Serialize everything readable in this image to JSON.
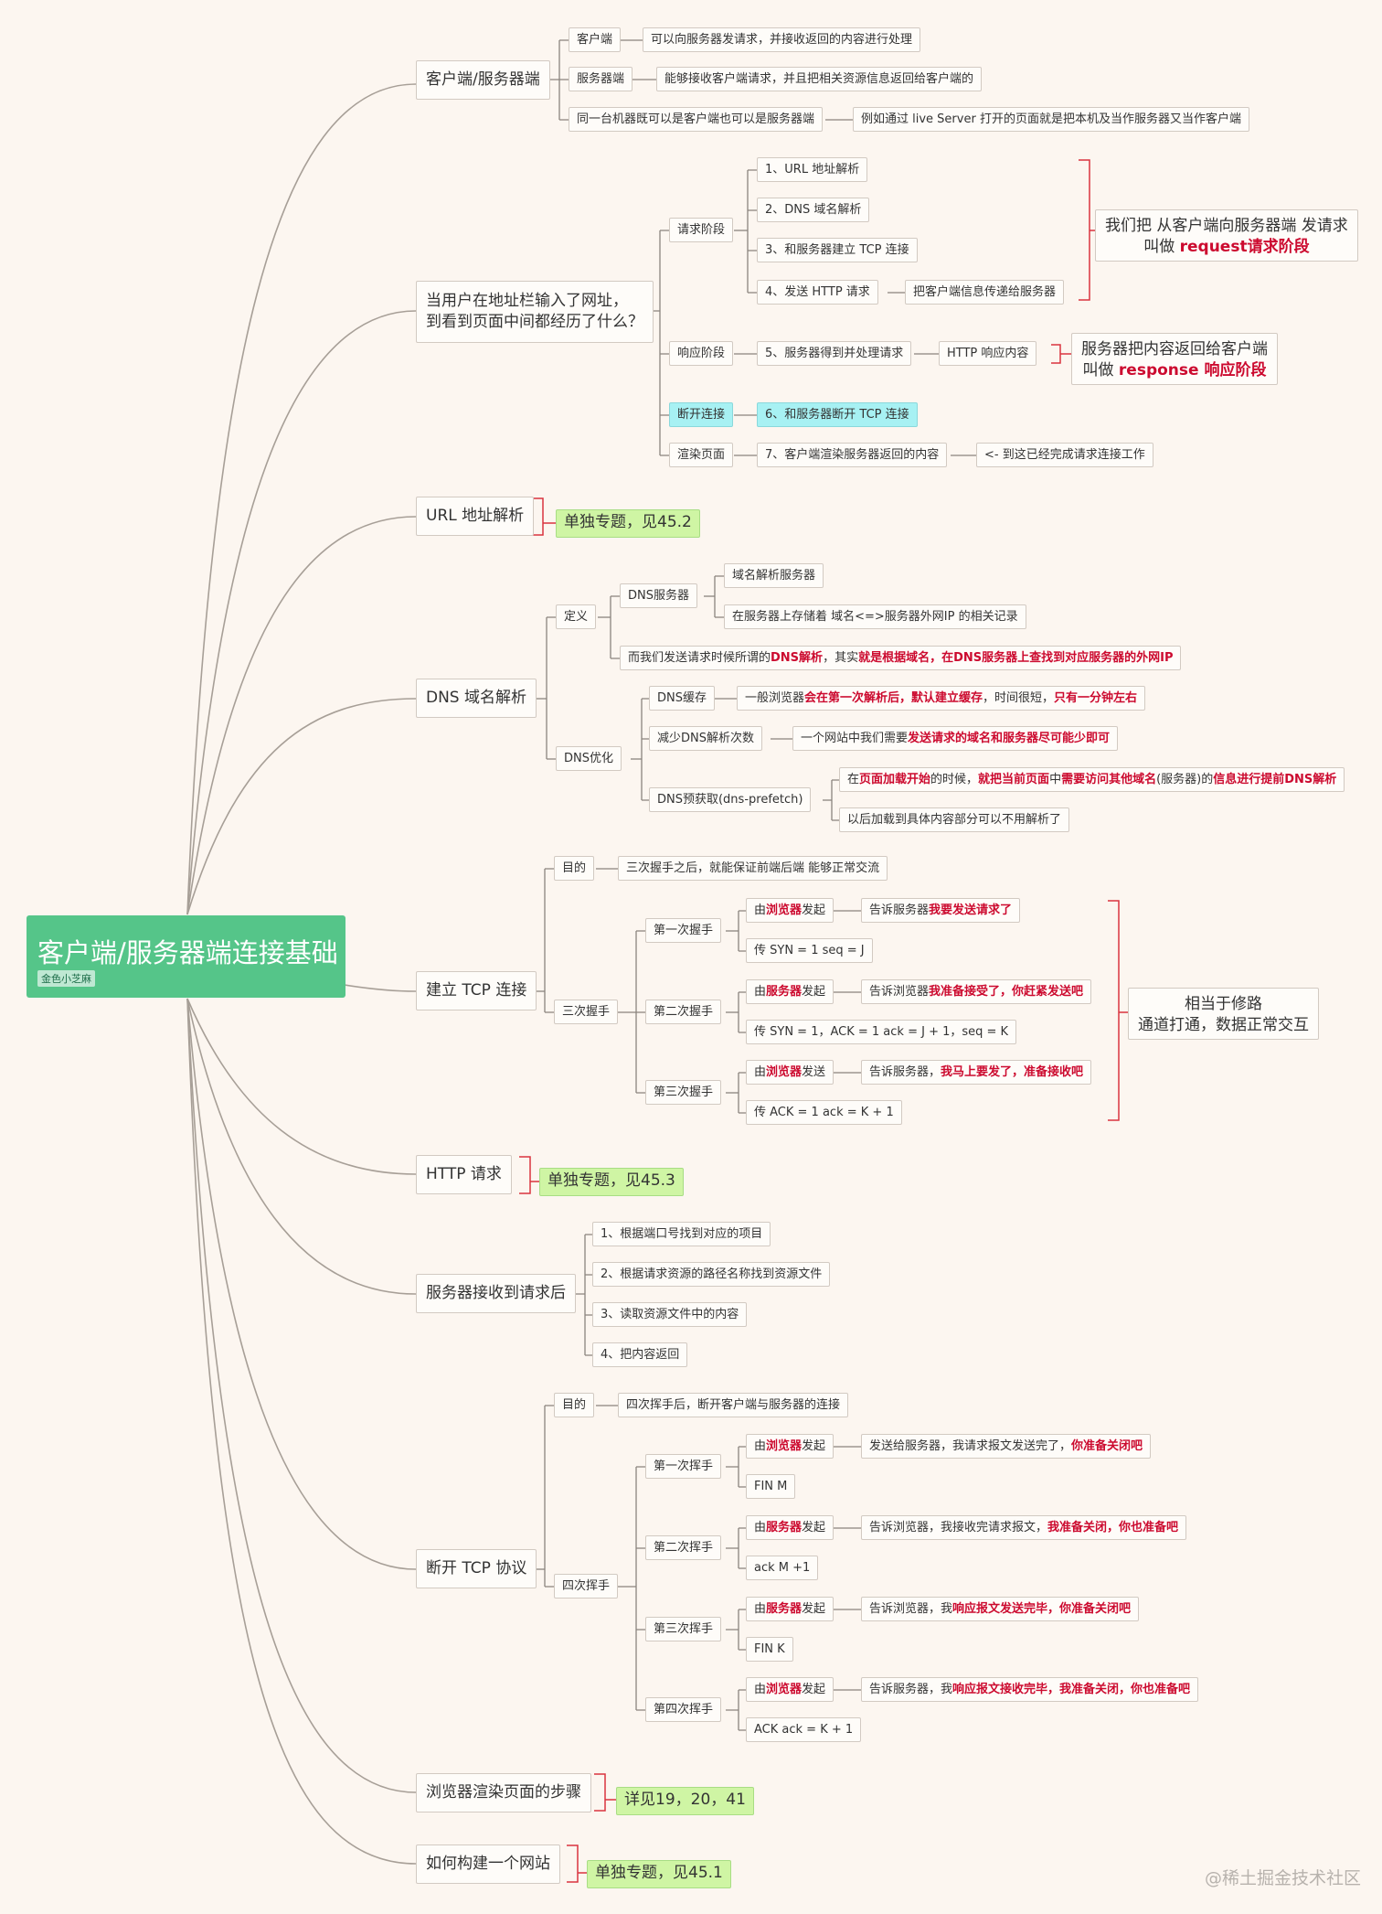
{
  "root": {
    "title": "客户端/服务器端连接基础",
    "author": "金色小芝麻"
  },
  "sec1": {
    "main": "客户端/服务器端",
    "a": "客户端",
    "a_desc": "可以向服务器发请求，并接收返回的内容进行处理",
    "b": "服务器端",
    "b_desc": "能够接收客户端请求，并且把相关资源信息返回给客户端的",
    "c": "同一台机器既可以是客户端也可以是服务器端",
    "c_desc": "例如通过 live Server 打开的页面就是把本机及当作服务器又当作客户端"
  },
  "sec2": {
    "main_l1": "当用户在地址栏输入了网址，",
    "main_l2": "到看到页面中间都经历了什么？",
    "req": "请求阶段",
    "s1": "1、URL 地址解析",
    "s2": "2、DNS 域名解析",
    "s3": "3、和服务器建立 TCP 连接",
    "s4": "4、发送 HTTP 请求",
    "s4_desc": "把客户端信息传递给服务器",
    "req_note_l1": "我们把 从客户端向服务器端 发请求",
    "req_note_l2a": "叫做 ",
    "req_note_l2b": "request请求阶段",
    "res": "响应阶段",
    "s5": "5、服务器得到并处理请求",
    "s5_desc": "HTTP 响应内容",
    "res_note_l1": "服务器把内容返回给客户端",
    "res_note_l2a": "叫做 ",
    "res_note_l2b": "response 响应阶段",
    "close": "断开连接",
    "s6": "6、和服务器断开 TCP 连接",
    "render": "渲染页面",
    "s7": "7、客户端渲染服务器返回的内容",
    "s7_desc": "<- 到这已经完成请求连接工作"
  },
  "sec3": {
    "main": "URL 地址解析",
    "note": "单独专题，见45.2"
  },
  "sec4": {
    "main": "DNS 域名解析",
    "def": "定义",
    "dns_server": "DNS服务器",
    "ds1": "域名解析服务器",
    "ds2": "在服务器上存储着 域名<=>服务器外网IP 的相关记录",
    "def2_a": "而我们发送请求时候所谓的",
    "def2_b": "DNS解析",
    "def2_c": "，其实",
    "def2_d": "就是根据域名，在DNS服务器上查找到对应服务器的外网IP",
    "opt": "DNS优化",
    "cache": "DNS缓存",
    "cache_a": "一般浏览器",
    "cache_b": "会在第一次解析后，默认建立缓存",
    "cache_c": "，时间很短，",
    "cache_d": "只有一分钟左右",
    "reduce": "减少DNS解析次数",
    "reduce_a": "一个网站中我们需要",
    "reduce_b": "发送请求的域名和服务器尽可能少即可",
    "prefetch": "DNS预获取(dns-prefetch)",
    "pf1_a": "在",
    "pf1_b": "页面加载开始",
    "pf1_c": "的时候，",
    "pf1_d": "就把当前页面",
    "pf1_e": "中",
    "pf1_f": "需要访问其他域名",
    "pf1_g": "(服务器)的",
    "pf1_h": "信息进行提前DNS解析",
    "pf2": "以后加载到具体内容部分可以不用解析了"
  },
  "sec5": {
    "main": "建立 TCP 连接",
    "purpose": "目的",
    "purpose_desc": "三次握手之后，就能保证前端后端 能够正常交流",
    "hs": "三次握手",
    "h1": "第一次握手",
    "h1a_a": "由",
    "h1a_b": "浏览器",
    "h1a_c": "发起",
    "h1a_desc_a": "告诉服务器",
    "h1a_desc_b": "我要发送请求了",
    "h1b": "传 SYN = 1    seq = J",
    "h2": "第二次握手",
    "h2a_a": "由",
    "h2a_b": "服务器",
    "h2a_c": "发起",
    "h2a_desc_a": "告诉浏览器",
    "h2a_desc_b": "我准备接受了，你赶紧发送吧",
    "h2b": "传 SYN = 1，ACK = 1    ack = J + 1，seq = K",
    "h3": "第三次握手",
    "h3a_a": "由",
    "h3a_b": "浏览器",
    "h3a_c": "发送",
    "h3a_desc_a": "告诉服务器，",
    "h3a_desc_b": "我马上要发了，准备接收吧",
    "h3b": "传 ACK = 1    ack = K + 1",
    "note_l1": "相当于修路",
    "note_l2": "通道打通，数据正常交互"
  },
  "sec6": {
    "main": "HTTP 请求",
    "note": "单独专题，见45.3"
  },
  "sec7": {
    "main": "服务器接收到请求后",
    "s1": "1、根据端口号找到对应的项目",
    "s2": "2、根据请求资源的路径名称找到资源文件",
    "s3": "3、读取资源文件中的内容",
    "s4": "4、把内容返回"
  },
  "sec8": {
    "main": "断开 TCP 协议",
    "purpose": "目的",
    "purpose_desc": "四次挥手后，断开客户端与服务器的连接",
    "wave": "四次挥手",
    "w1": "第一次挥手",
    "w1a_a": "由",
    "w1a_b": "浏览器",
    "w1a_c": "发起",
    "w1a_desc_a": "发送给服务器，我请求报文发送完了，",
    "w1a_desc_b": "你准备关闭吧",
    "w1b": "FIN M",
    "w2": "第二次挥手",
    "w2a_a": "由",
    "w2a_b": "服务器",
    "w2a_c": "发起",
    "w2a_desc_a": "告诉浏览器，我接收完请求报文，",
    "w2a_desc_b": "我准备关闭，你也准备吧",
    "w2b": "ack    M +1",
    "w3": "第三次挥手",
    "w3a_a": "由",
    "w3a_b": "服务器",
    "w3a_c": "发起",
    "w3a_desc_a": "告诉浏览器，我",
    "w3a_desc_b": "响应报文发送完毕，你准备关闭吧",
    "w3b": "FIN K",
    "w4": "第四次挥手",
    "w4a_a": "由",
    "w4a_b": "浏览器",
    "w4a_c": "发起",
    "w4a_desc_a": "告诉服务器，我",
    "w4a_desc_b": "响应报文接收完毕，我准备关闭，你也准备吧",
    "w4b": "ACK     ack = K + 1"
  },
  "sec9": {
    "main": "浏览器渲染页面的步骤",
    "note": "详见19，20，41"
  },
  "sec10": {
    "main": "如何构建一个网站",
    "note": "单独专题，见45.1"
  },
  "watermark": "@稀土掘金技术社区",
  "colors": {
    "background": "#fcf6f0",
    "root": "#55c589",
    "highlight": "#a7f1f3",
    "note_green": "#cff5a4",
    "emphasis_red": "#cc0a2f",
    "bracket_red": "#d9333f"
  }
}
